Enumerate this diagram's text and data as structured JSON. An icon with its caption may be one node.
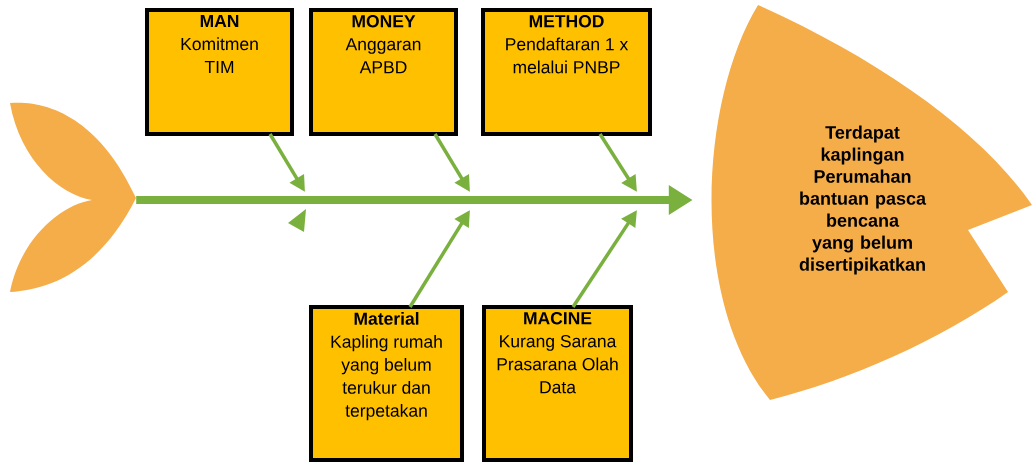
{
  "diagram": {
    "nodes": [
      {
        "text": [],
        "shape": "tail"
      },
      {
        "text": [
          "Terdapat kaplingan Perumahan bantuan pasca bencana yang belum disertipikatkan"
        ]
      },
      {
        "text": [
          "MAN",
          "Komitmen TIM"
        ]
      },
      {
        "text": [
          "MONEY",
          "Anggaran APBD"
        ]
      },
      {
        "text": [
          "METHOD",
          "Pendaftaran 1 x melalui PNBP"
        ]
      },
      {
        "text": [
          "Material",
          "Kapling rumah yang belum terukur dan terpetakan"
        ]
      },
      {
        "text": [
          "MACINE",
          "Kurang Sarana Prasarana Olah Data"
        ]
      }
    ],
    "edges": [
      {
        "from": 0,
        "to": 1,
        "arrow": "to",
        "style": "thick"
      },
      {
        "from": 2,
        "to": null,
        "arrow": "to"
      },
      {
        "from": 3,
        "to": null,
        "arrow": "to"
      },
      {
        "from": 4,
        "to": null,
        "arrow": "to"
      },
      {
        "from": 5,
        "to": null,
        "arrow": "to"
      },
      {
        "from": 6,
        "to": null,
        "arrow": "to"
      }
    ]
  }
}
